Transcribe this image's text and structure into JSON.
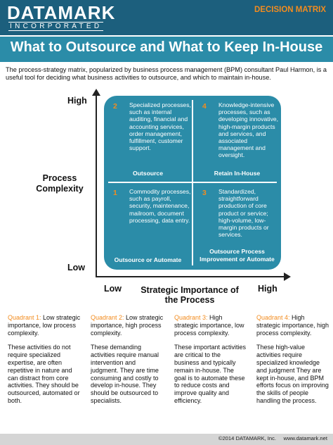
{
  "header": {
    "logo_main": "DATAMARK",
    "logo_sub": "INCORPORATED",
    "tag": "DECISION MATRIX",
    "title": "What to Outsource and What to Keep In-House"
  },
  "intro": "The process-strategy matrix, popularized by business process management (BPM) consultant Paul Harmon, is a useful tool for deciding what business activities to outsource, and which to maintain in-house.",
  "axes": {
    "y_title": "Process Complexity",
    "y_high": "High",
    "y_low": "Low",
    "x_title": "Strategic Importance of the Process",
    "x_low": "Low",
    "x_high": "High"
  },
  "matrix": {
    "q2": {
      "num": "2",
      "text": "Specialized processes, such as internal auditing, financial and accounting services, order management, fulfillment, customer support.",
      "label": "Outsource"
    },
    "q4": {
      "num": "4",
      "text": "Knowledge-intensive processes, such as developing innovative, high-margin products and services, and associated management and oversight.",
      "label": "Retain In-House"
    },
    "q1": {
      "num": "1",
      "text": "Commodity processes, such as payroll, security, maintenance, mailroom, document processing, data entry.",
      "label": "Outsource or Automate"
    },
    "q3": {
      "num": "3",
      "text": "Standardized, straightforward production of core product or service; high-volume, low-margin products or services.",
      "label": "Outsource Process Improvement or Automate"
    }
  },
  "descriptions": [
    {
      "name": "Quadrant 1:",
      "summary": "Low strategic importance, low process complexity.",
      "body": "These activities do not require specialized expertise, are often repetitive in nature and can distract from core activities. They should be outsourced, automated or both."
    },
    {
      "name": "Quadrant 2:",
      "summary": "Low strategic importance, high process complexity.",
      "body": "These demanding activities require manual intervention and judgment. They are time consuming and costly to develop in-house. They should be outsourced to specialists."
    },
    {
      "name": "Quadrant 3:",
      "summary": "High strategic importance, low process complexity.",
      "body": "These important activities are critical to the business and typically remain in-house. The goal is to automate these to reduce costs and improve quality and efficiency."
    },
    {
      "name": "Quadrant 4:",
      "summary": "High strategic importance, high process complexity.",
      "body": "These high-value activities require specialized knowledge and judgment They are kept in-house, and BPM efforts focus on improving the skills of people handling the process."
    }
  ],
  "footer": "©2014 DATAMARK, Inc.     www.datamark.net",
  "colors": {
    "navy": "#1c5f7d",
    "teal": "#2b8ca8",
    "orange": "#f28c1f",
    "footer_gray": "#d5d5d5"
  }
}
